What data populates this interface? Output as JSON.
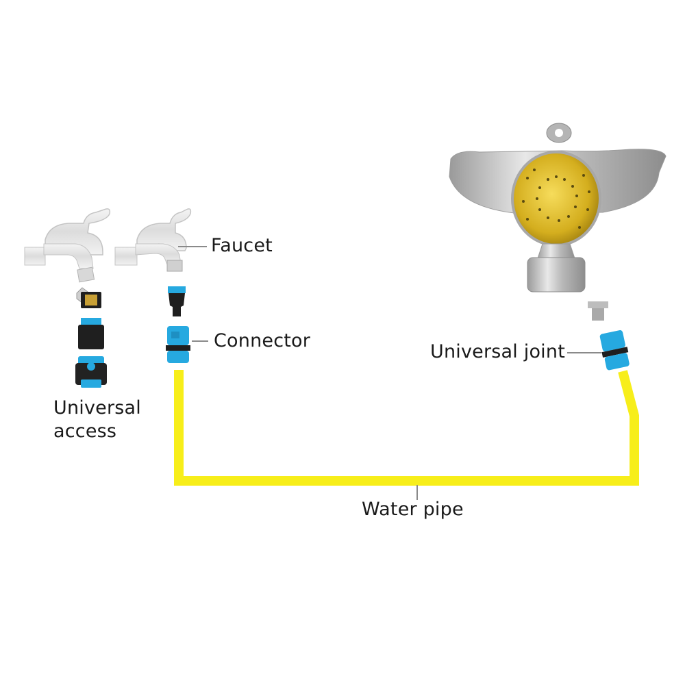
{
  "labels": {
    "faucet": "Faucet",
    "connector": "Connector",
    "universal_joint": "Universal joint",
    "universal_access_line1": "Universal",
    "universal_access_line2": "access",
    "water_pipe": "Water pipe"
  },
  "colors": {
    "pipe": "#f7ee1a",
    "connector_blue": "#26a9e0",
    "connector_black": "#222222",
    "faucet_body": "#e6e6e6",
    "sprinkler_brass": "#d9b526",
    "sprinkler_metal": "#c9c9c9",
    "leader_line": "#8a8a8a",
    "text": "#1a1a1a"
  },
  "icons": {
    "faucet_left": "faucet-icon",
    "faucet_middle": "faucet-icon",
    "sprinkler": "sprinkler-icon"
  }
}
